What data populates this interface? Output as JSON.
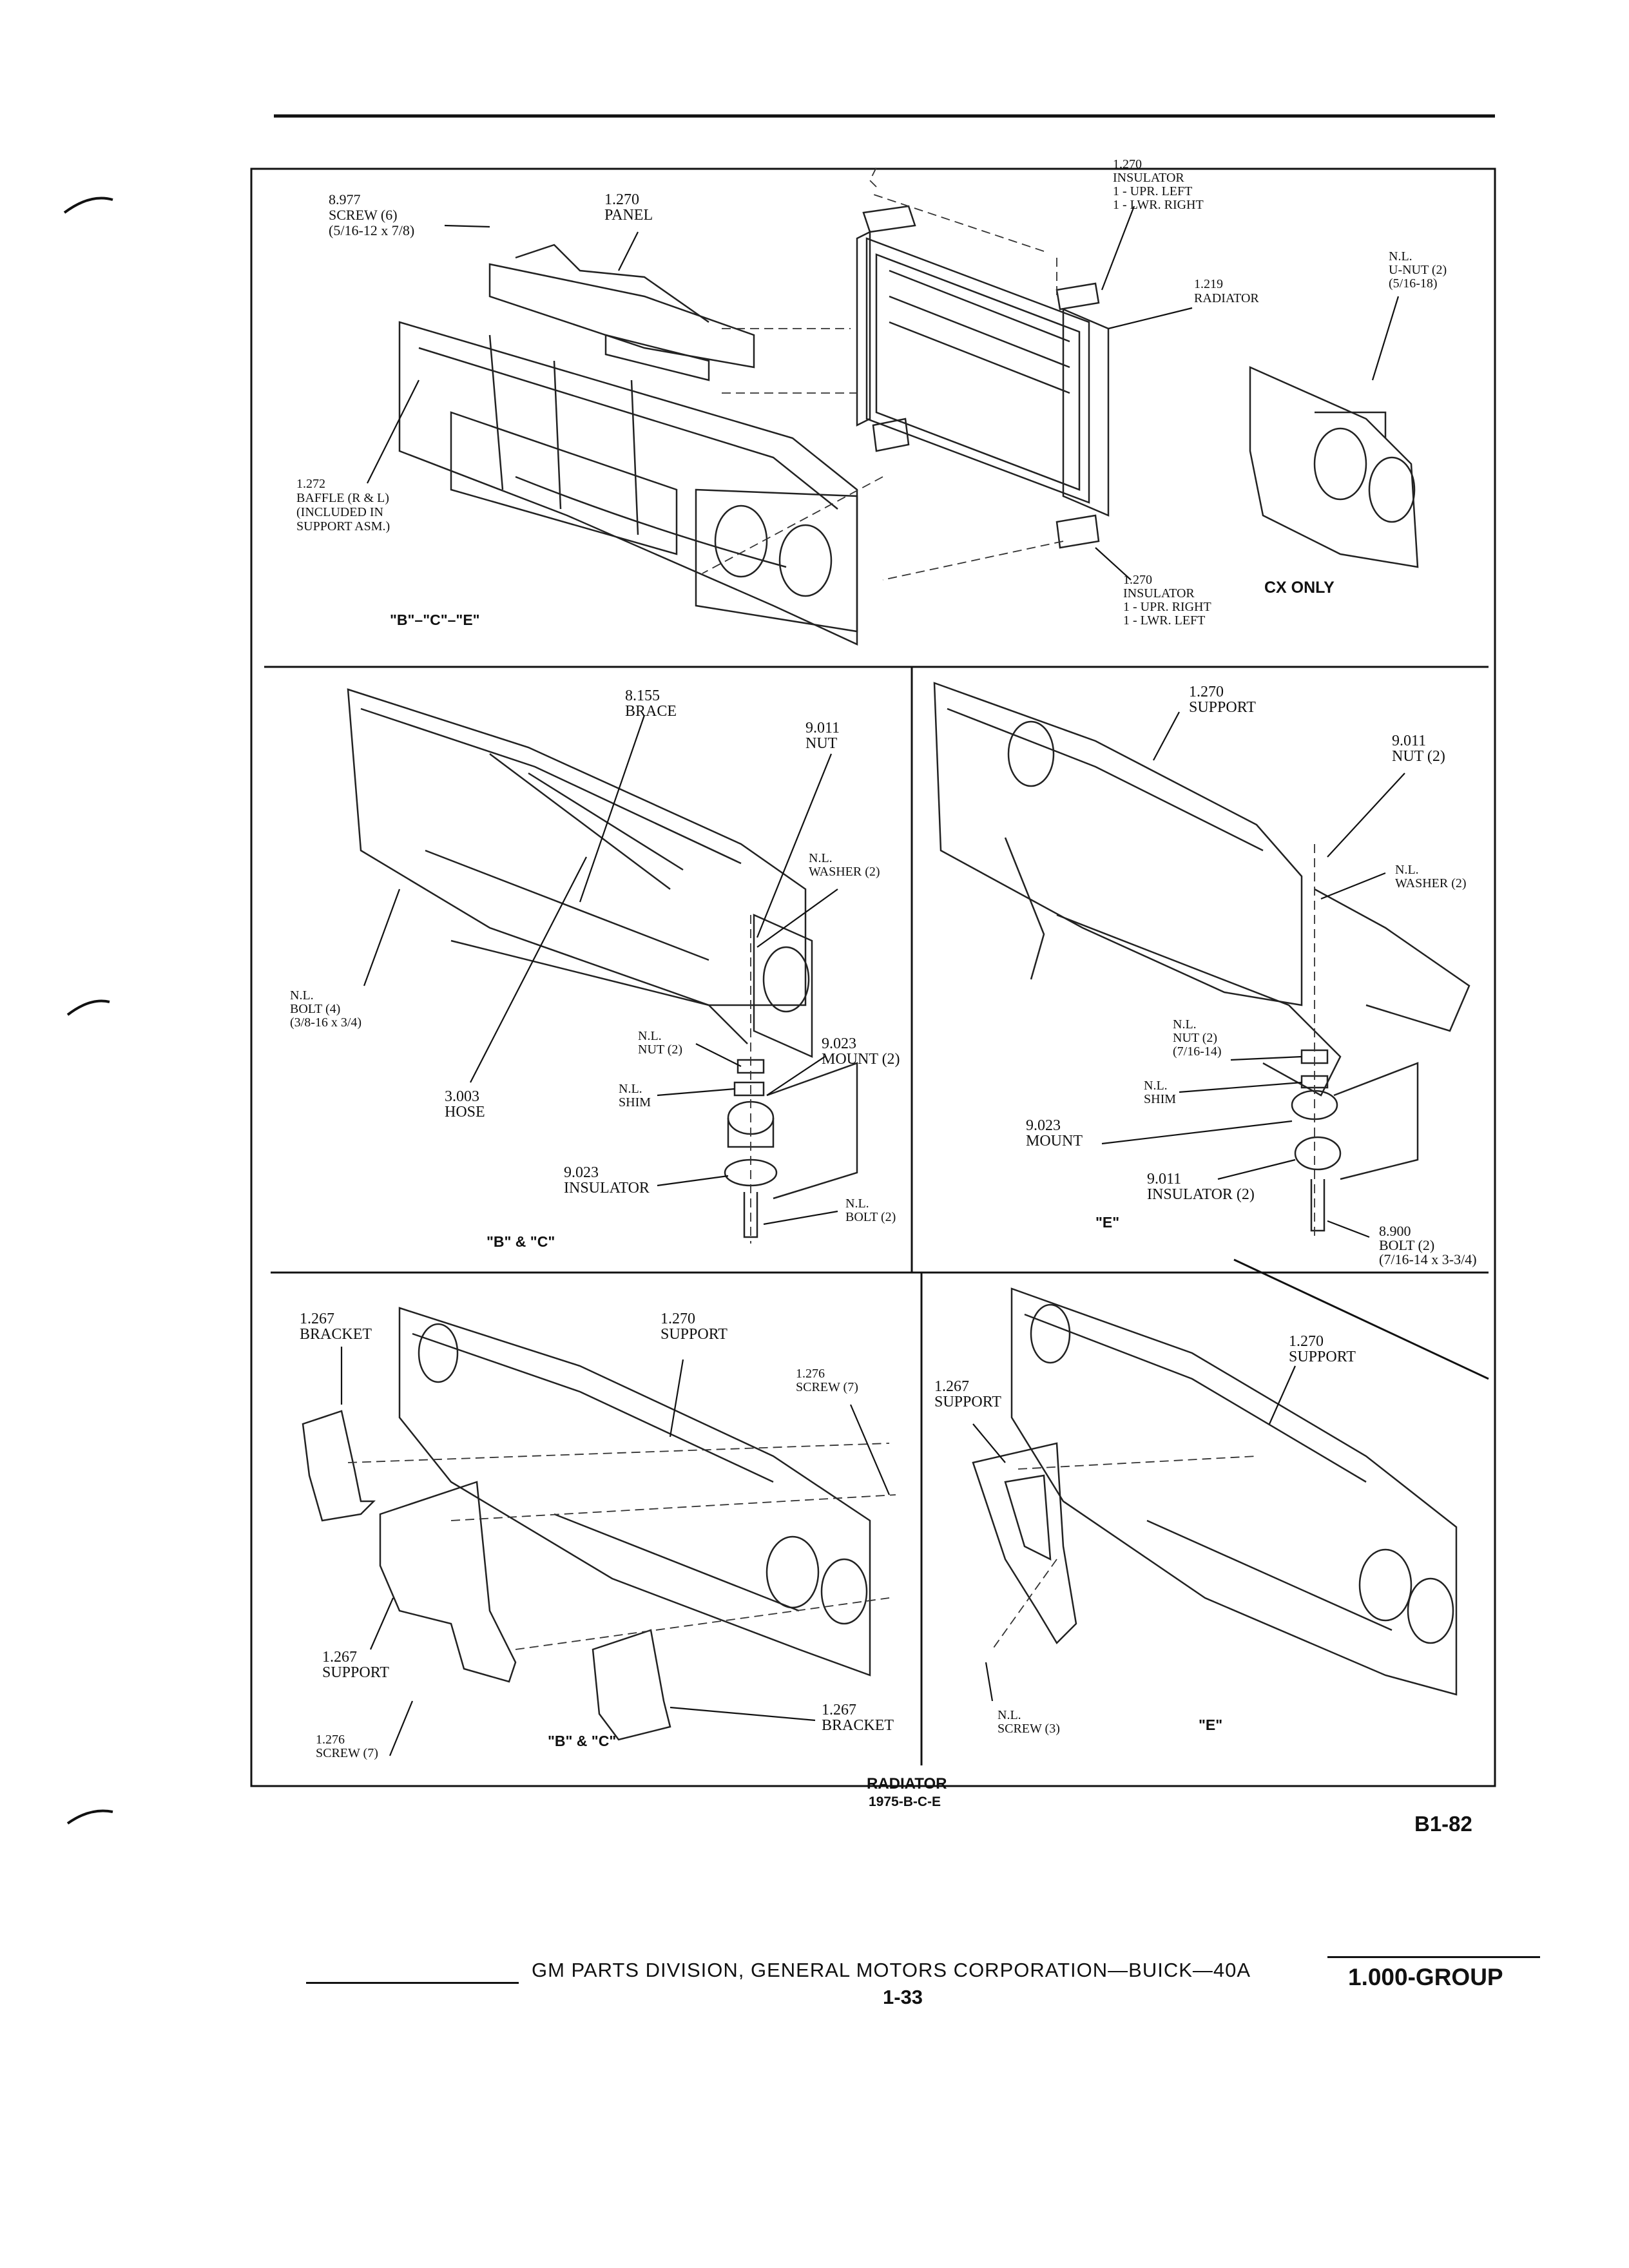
{
  "page": {
    "figure_title": "RADIATOR",
    "figure_subtitle": "1975-B-C-E",
    "figure_code": "B1-82",
    "footer_text": "GM PARTS DIVISION, GENERAL MOTORS CORPORATION—BUICK—40A",
    "page_number": "1-33",
    "group": "1.000-GROUP"
  },
  "panels": {
    "top": {
      "caption": "\"B\"–\"C\"–\"E\"",
      "cx_caption": "CX ONLY",
      "labels": {
        "screw": "8.977\nSCREW (6)\n(5/16-12 x 7/8)",
        "panel": "1.270\nPANEL",
        "insulator_upper": "1.270\nINSULATOR\n1 - UPR. LEFT\n1 - LWR. RIGHT",
        "radiator": "1.219\nRADIATOR",
        "unut": "N.L.\nU-NUT (2)\n(5/16-18)",
        "baffle": "1.272\nBAFFLE (R & L)\n(INCLUDED IN\nSUPPORT ASM.)",
        "insulator_lower": "1.270\nINSULATOR\n1 - UPR. RIGHT\n1 - LWR. LEFT"
      }
    },
    "mid_left": {
      "caption": "\"B\" & \"C\"",
      "labels": {
        "brace": "8.155\nBRACE",
        "nut": "9.011\nNUT",
        "washer": "N.L.\nWASHER (2)",
        "bolt": "N.L.\nBOLT (4)\n(3/8-16 x 3/4)",
        "nut2": "N.L.\nNUT (2)",
        "mount": "9.023\nMOUNT (2)",
        "hose": "3.003\nHOSE",
        "shim": "N.L.\nSHIM",
        "insulator": "9.023\nINSULATOR",
        "bolt2": "N.L.\nBOLT (2)"
      }
    },
    "mid_right": {
      "caption": "\"E\"",
      "labels": {
        "support": "1.270\nSUPPORT",
        "nut": "9.011\nNUT (2)",
        "washer": "N.L.\nWASHER (2)",
        "nut2": "N.L.\nNUT (2)\n(7/16-14)",
        "shim": "N.L.\nSHIM",
        "mount": "9.023\nMOUNT",
        "insulator": "9.011\nINSULATOR (2)",
        "bolt": "8.900\nBOLT (2)\n(7/16-14 x 3-3/4)"
      }
    },
    "bot_left": {
      "caption": "\"B\" & \"C\"",
      "labels": {
        "bracket": "1.267\nBRACKET",
        "support": "1.270\nSUPPORT",
        "screw": "1.276\nSCREW (7)",
        "support2": "1.267\nSUPPORT",
        "screw2": "1.276\nSCREW (7)",
        "bracket2": "1.267\nBRACKET"
      }
    },
    "bot_right": {
      "caption": "\"E\"",
      "labels": {
        "support": "1.270\nSUPPORT",
        "support2": "1.267\nSUPPORT",
        "screw": "N.L.\nSCREW (3)"
      }
    }
  }
}
